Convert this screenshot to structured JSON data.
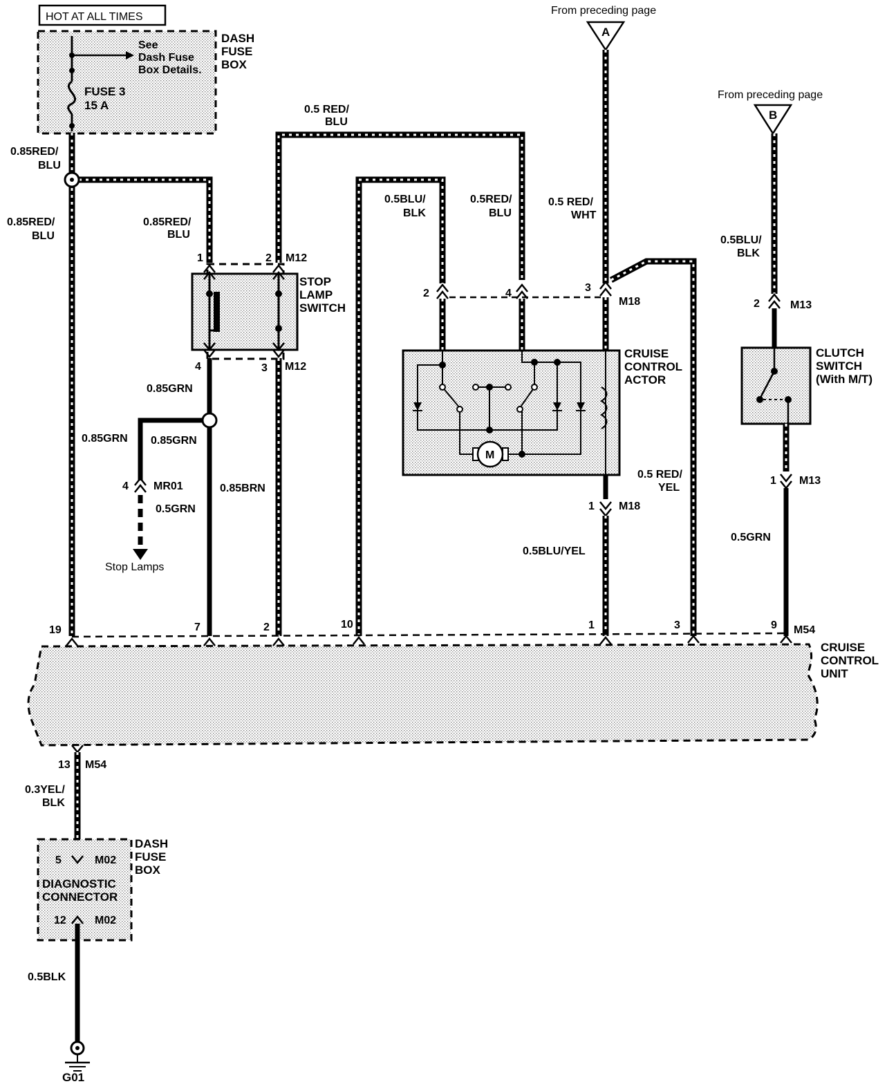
{
  "hot_label": "HOT AT ALL TIMES",
  "dash_fuse_box": {
    "title_lines": [
      "DASH",
      "FUSE",
      "BOX"
    ],
    "see_lines": [
      "See",
      "Dash Fuse",
      "Box Details."
    ],
    "fuse_lines": [
      "FUSE 3",
      "15 A"
    ]
  },
  "offpage": {
    "a": {
      "caption": "From preceding page",
      "letter": "A"
    },
    "b": {
      "caption": "From preceding page",
      "letter": "B"
    }
  },
  "wires": {
    "w_085redblu_top": [
      "0.85RED/",
      "BLU"
    ],
    "w_085redblu_left": [
      "0.85RED/",
      "BLU"
    ],
    "w_085redblu_mid": [
      "0.85RED/",
      "BLU"
    ],
    "w_05redblu_top": [
      "0.5 RED/",
      "BLU"
    ],
    "w_05blublk": [
      "0.5BLU/",
      "BLK"
    ],
    "w_05redblu_act": [
      "0.5RED/",
      "BLU"
    ],
    "w_05redwht": [
      "0.5 RED/",
      "WHT"
    ],
    "w_05blublk_b": [
      "0.5BLU/",
      "BLK"
    ],
    "w_085grn_a": "0.85GRN",
    "w_085grn_b": "0.85GRN",
    "w_085grn_c": "0.85GRN",
    "w_05grn": "0.5GRN",
    "w_085brn": "0.85BRN",
    "w_05redyel": [
      "0.5 RED/",
      "YEL"
    ],
    "w_05bluyel": "0.5BLU/YEL",
    "w_05grn_r": "0.5GRN",
    "w_03yelblk": [
      "0.3YEL/",
      "BLK"
    ],
    "w_05blk": "0.5BLK"
  },
  "components": {
    "stop_lamp_switch": [
      "STOP",
      "LAMP",
      "SWITCH"
    ],
    "cruise_actor": [
      "CRUISE",
      "CONTROL",
      "ACTOR"
    ],
    "clutch_switch": [
      "CLUTCH",
      "SWITCH",
      "(With M/T)"
    ],
    "cruise_unit": [
      "CRUISE",
      "CONTROL",
      "UNIT"
    ],
    "dash_fuse_box2": [
      "DASH",
      "FUSE",
      "BOX"
    ],
    "diag_connector": [
      "DIAGNOSTIC",
      "CONNECTOR"
    ],
    "motor": "M",
    "stop_lamps": "Stop Lamps",
    "ground": "G01"
  },
  "pins": {
    "m12_1": "1",
    "m12_2": "2",
    "m12_conn_top": "M12",
    "m12_4": "4",
    "m12_3": "3",
    "m12_conn_bot": "M12",
    "mr01_pin": "4",
    "mr01": "MR01",
    "m18_2": "2",
    "m18_4": "4",
    "m18_3": "3",
    "m18_conn": "M18",
    "m18_1": "1",
    "m18_conn_b": "M18",
    "m13_2": "2",
    "m13_conn_a": "M13",
    "m13_1": "1",
    "m13_conn_b": "M13",
    "m54_19": "19",
    "m54_7": "7",
    "m54_2": "2",
    "m54_10": "10",
    "m54_1": "1",
    "m54_3": "3",
    "m54_9": "9",
    "m54_conn": "M54",
    "m54_13": "13",
    "m54_conn_b": "M54",
    "m02_5": "5",
    "m02_conn_a": "M02",
    "m02_12": "12",
    "m02_conn_b": "M02"
  }
}
